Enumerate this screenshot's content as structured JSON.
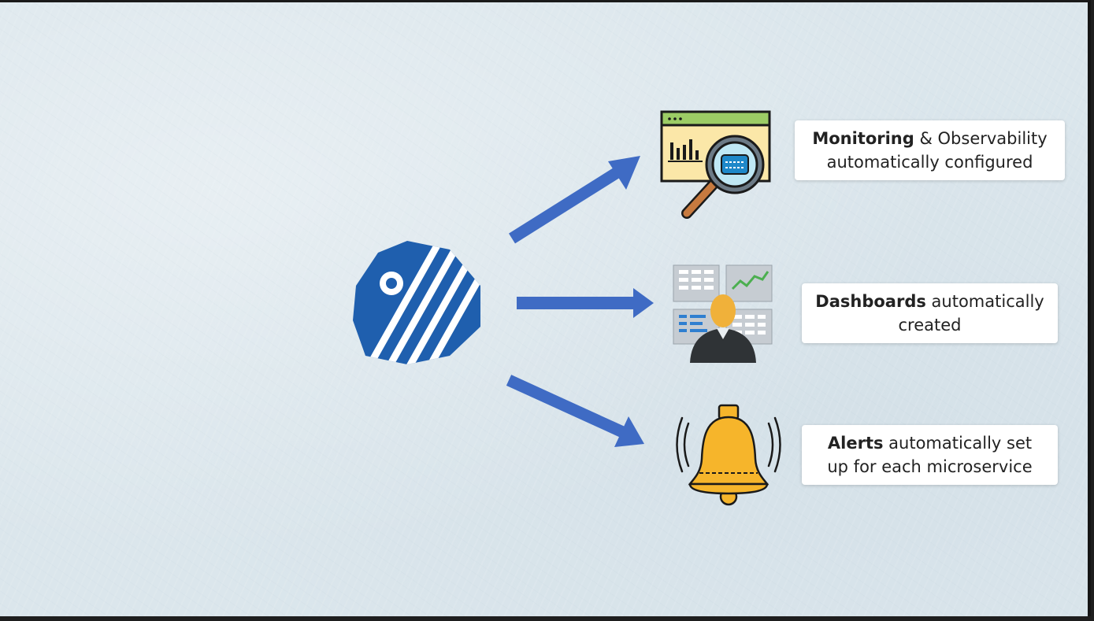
{
  "callouts": {
    "monitoring": {
      "bold": "Monitoring",
      "rest": " & Observability",
      "line2": "automatically configured"
    },
    "dashboards": {
      "bold": "Dashboards",
      "rest": " automatically",
      "line2": "created"
    },
    "alerts": {
      "bold": "Alerts",
      "rest": " automatically set",
      "line2": "up for each microservice"
    }
  },
  "icons": [
    "tag-logo-icon",
    "monitoring-magnifier-icon",
    "dashboard-analyst-icon",
    "alert-bell-icon"
  ],
  "colors": {
    "background": "#dbe6ec",
    "arrow": "#3f6bc4",
    "logo": "#1f5fae",
    "bell": "#f6b52b",
    "browser_green": "#9ccc65",
    "browser_body": "#fbe7a8"
  }
}
